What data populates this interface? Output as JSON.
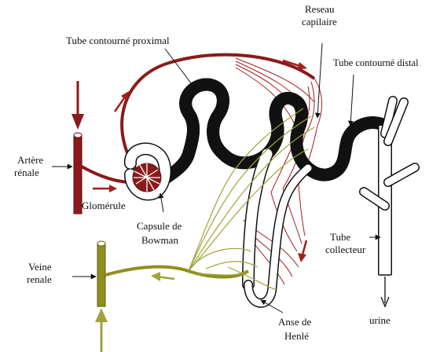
{
  "labels": {
    "tube_proximal": "Tube contourné proximal",
    "reseau_line1": "Reseau",
    "reseau_line2": "capilaire",
    "tube_distal": "Tube contourné distal",
    "artere_line1": "Artère",
    "artere_line2": "rénale",
    "glomerule": "Glomérule",
    "capsule_line1": "Capsule de",
    "capsule_line2": "Bowman",
    "veine_line1": "Veine",
    "veine_line2": "renale",
    "tube_collecteur_line1": "Tube",
    "tube_collecteur_line2": "collecteur",
    "anse_line1": "Anse de",
    "anse_line2": "Henlé",
    "urine": "urine"
  },
  "colors": {
    "artery": "#8b1a1a",
    "vein": "#8f8f1f",
    "tubule_outline": "#111111",
    "capillary_red": "#a11f1f",
    "capillary_olive": "#a2a23a",
    "background": "#ffffff"
  },
  "icons": {
    "flow_arrow": "arrow-icon"
  }
}
